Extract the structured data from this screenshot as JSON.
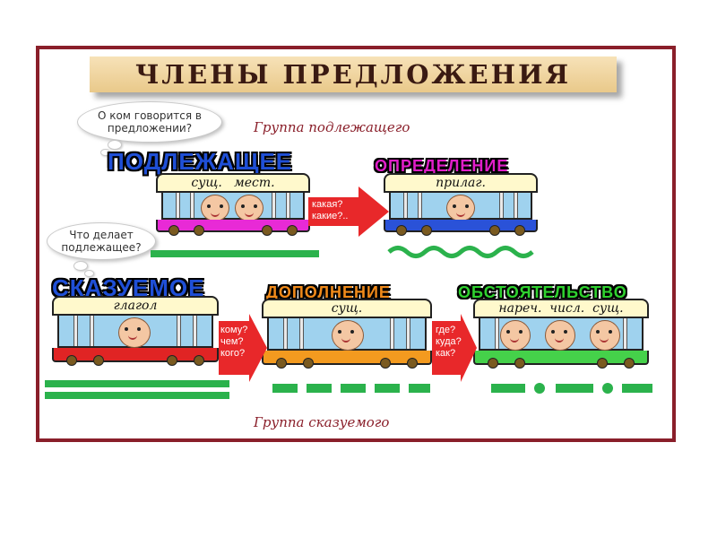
{
  "title": "ЧЛЕНЫ ПРЕДЛОЖЕНИЯ",
  "group_subject": "Группа подлежащего",
  "group_predicate": "Группа сказуемого",
  "cloud_subject": "О ком говорится в предложении?",
  "cloud_predicate": "Что делает подлежащее?",
  "terms": {
    "subject": "ПОДЛЕЖАЩЕЕ",
    "attribute": "ОПРЕДЕЛЕНИЕ",
    "predicate": "СКАЗУЕМОЕ",
    "object": "ДОПОЛНЕНИЕ",
    "adverbial": "ОБСТОЯТЕЛЬСТВО"
  },
  "parts": {
    "subject": "сущ.   мест.",
    "attribute": "прилаг.",
    "predicate": "глагол",
    "object": "сущ.",
    "adverbial": "нареч.  числ.  сущ."
  },
  "questions": {
    "attribute_1": "какая?",
    "attribute_2": "какие?..",
    "object_1": "кому?",
    "object_2": "чем?",
    "object_3": "кого?",
    "adverbial_1": "где?",
    "adverbial_2": "куда?",
    "adverbial_3": "как?"
  },
  "colors": {
    "frame": "#8a1f2a",
    "subject": "#1f4fd6",
    "attribute": "#e01ec8",
    "predicate": "#1f4fd6",
    "object": "#f08a1a",
    "adverbial": "#2fd12f",
    "arrow": "#e8282a",
    "underline": "#2bb24c"
  }
}
